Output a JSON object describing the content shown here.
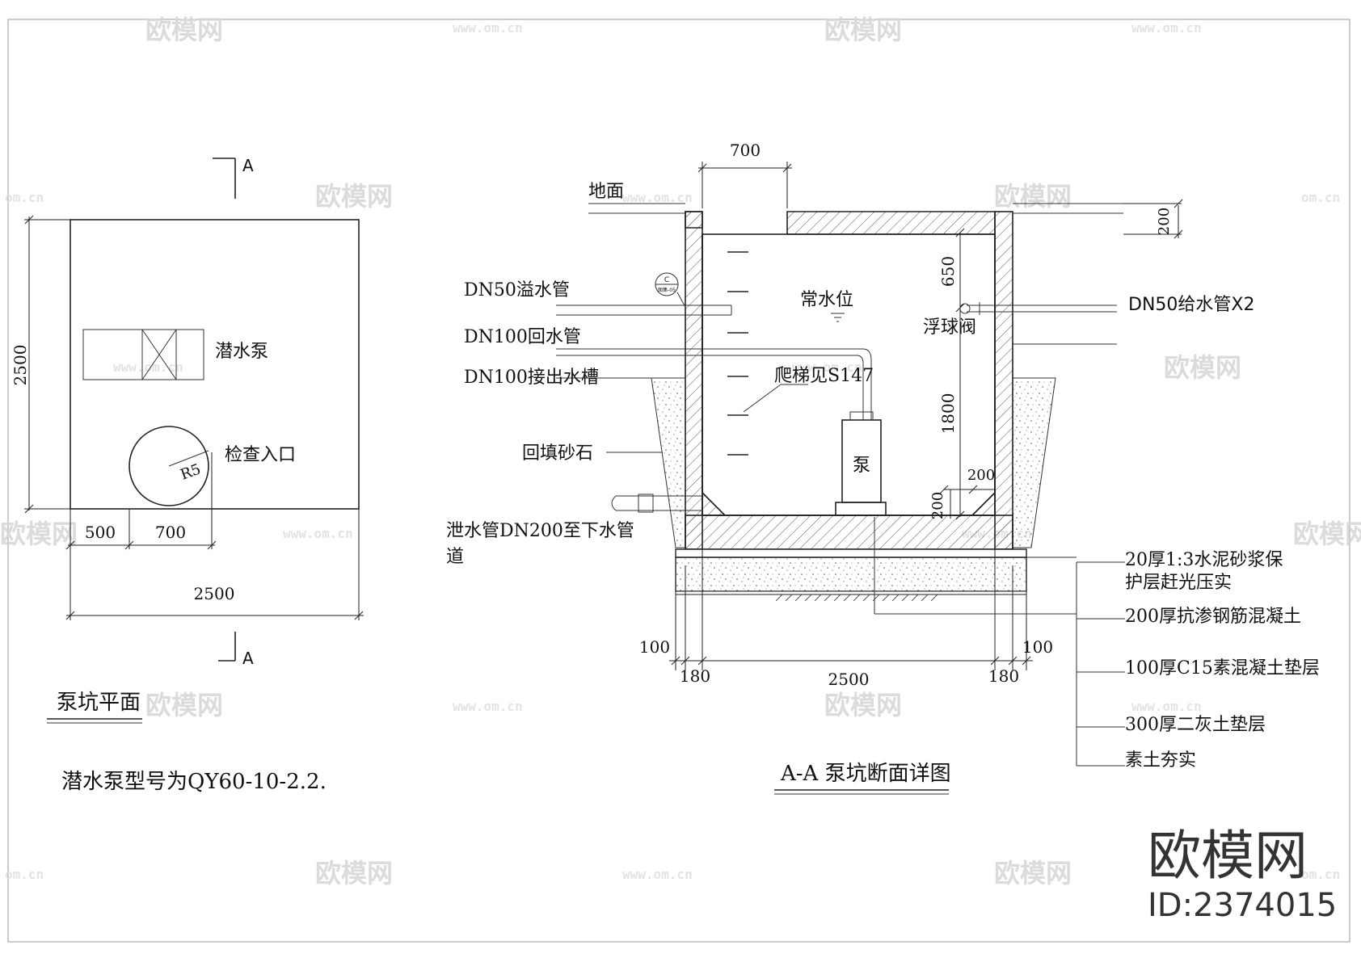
{
  "plan": {
    "section_mark_top": "A",
    "section_mark_bottom": "A",
    "dim_height": "2500",
    "dim_width": "2500",
    "dim_500": "500",
    "dim_700": "700",
    "label_pump": "潜水泵",
    "label_manhole": "检查入口",
    "label_radius": "R5",
    "title": "泵坑平面",
    "note": "潜水泵型号为QY60-10-2.2."
  },
  "section": {
    "title": "A-A 泵坑断面详图",
    "dim_top_700": "700",
    "dim_200_right": "200",
    "dim_650": "650",
    "dim_1800": "1800",
    "dim_200_a": "200",
    "dim_200_b": "200",
    "dim_100_left": "100",
    "dim_180_left": "180",
    "dim_2500": "2500",
    "dim_180_right": "180",
    "dim_100_right": "100",
    "label_ground": "地面",
    "label_overflow": "DN50溢水管",
    "label_return": "DN100回水管",
    "label_outlet": "DN100接出水槽",
    "label_backfill": "回填砂石",
    "label_drain_1": "泄水管DN200至下水管",
    "label_drain_2": "道",
    "label_water_level": "常水位",
    "label_float_valve": "浮球阀",
    "label_supply": "DN50给水管X2",
    "label_ladder": "爬梯见S147",
    "label_pump": "泵",
    "detail_mark_top": "C",
    "detail_mark_bottom": "图集-05"
  },
  "layers": [
    "20厚1:3水泥砂浆保",
    "护层赶光压实",
    "200厚抗渗钢筋混凝土",
    "100厚C15素混凝土垫层",
    "300厚二灰土垫层",
    "素土夯实"
  ],
  "watermark": {
    "brand": "欧模网",
    "url": "www.om.cn",
    "url_short": "om.cn",
    "id": "ID:2374015"
  }
}
